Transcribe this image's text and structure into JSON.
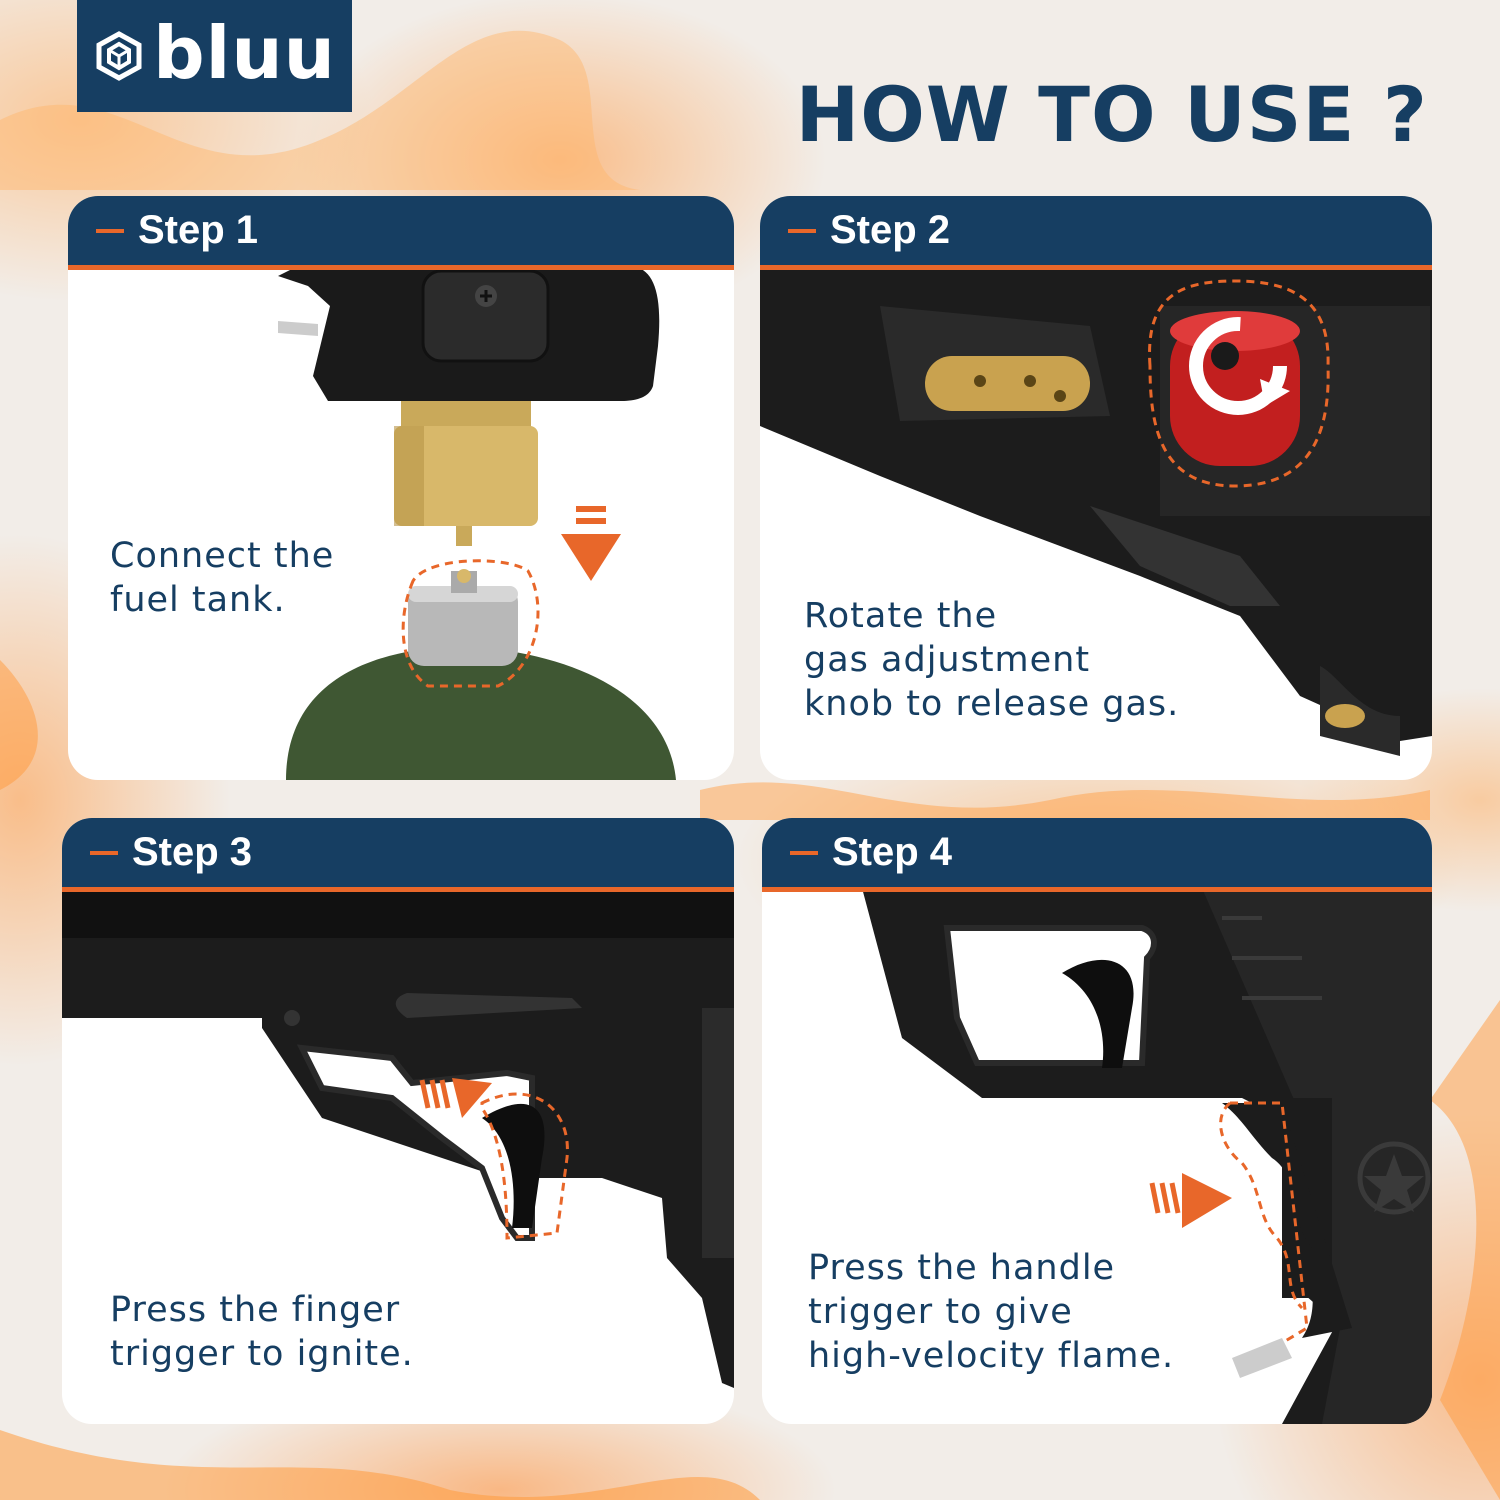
{
  "brand": {
    "name": "bluu",
    "color": "#163e62",
    "accent": "#e8672a"
  },
  "title": "HOW TO USE ?",
  "steps": [
    {
      "label": "Step 1",
      "lines": [
        "Connect the",
        "fuel tank."
      ]
    },
    {
      "label": "Step 2",
      "lines": [
        "Rotate the",
        "gas adjustment",
        "knob to release gas."
      ]
    },
    {
      "label": "Step 3",
      "lines": [
        "Press the finger",
        "trigger to ignite."
      ]
    },
    {
      "label": "Step 4",
      "lines": [
        "Press the handle",
        "trigger to give",
        "high-velocity flame."
      ]
    }
  ]
}
